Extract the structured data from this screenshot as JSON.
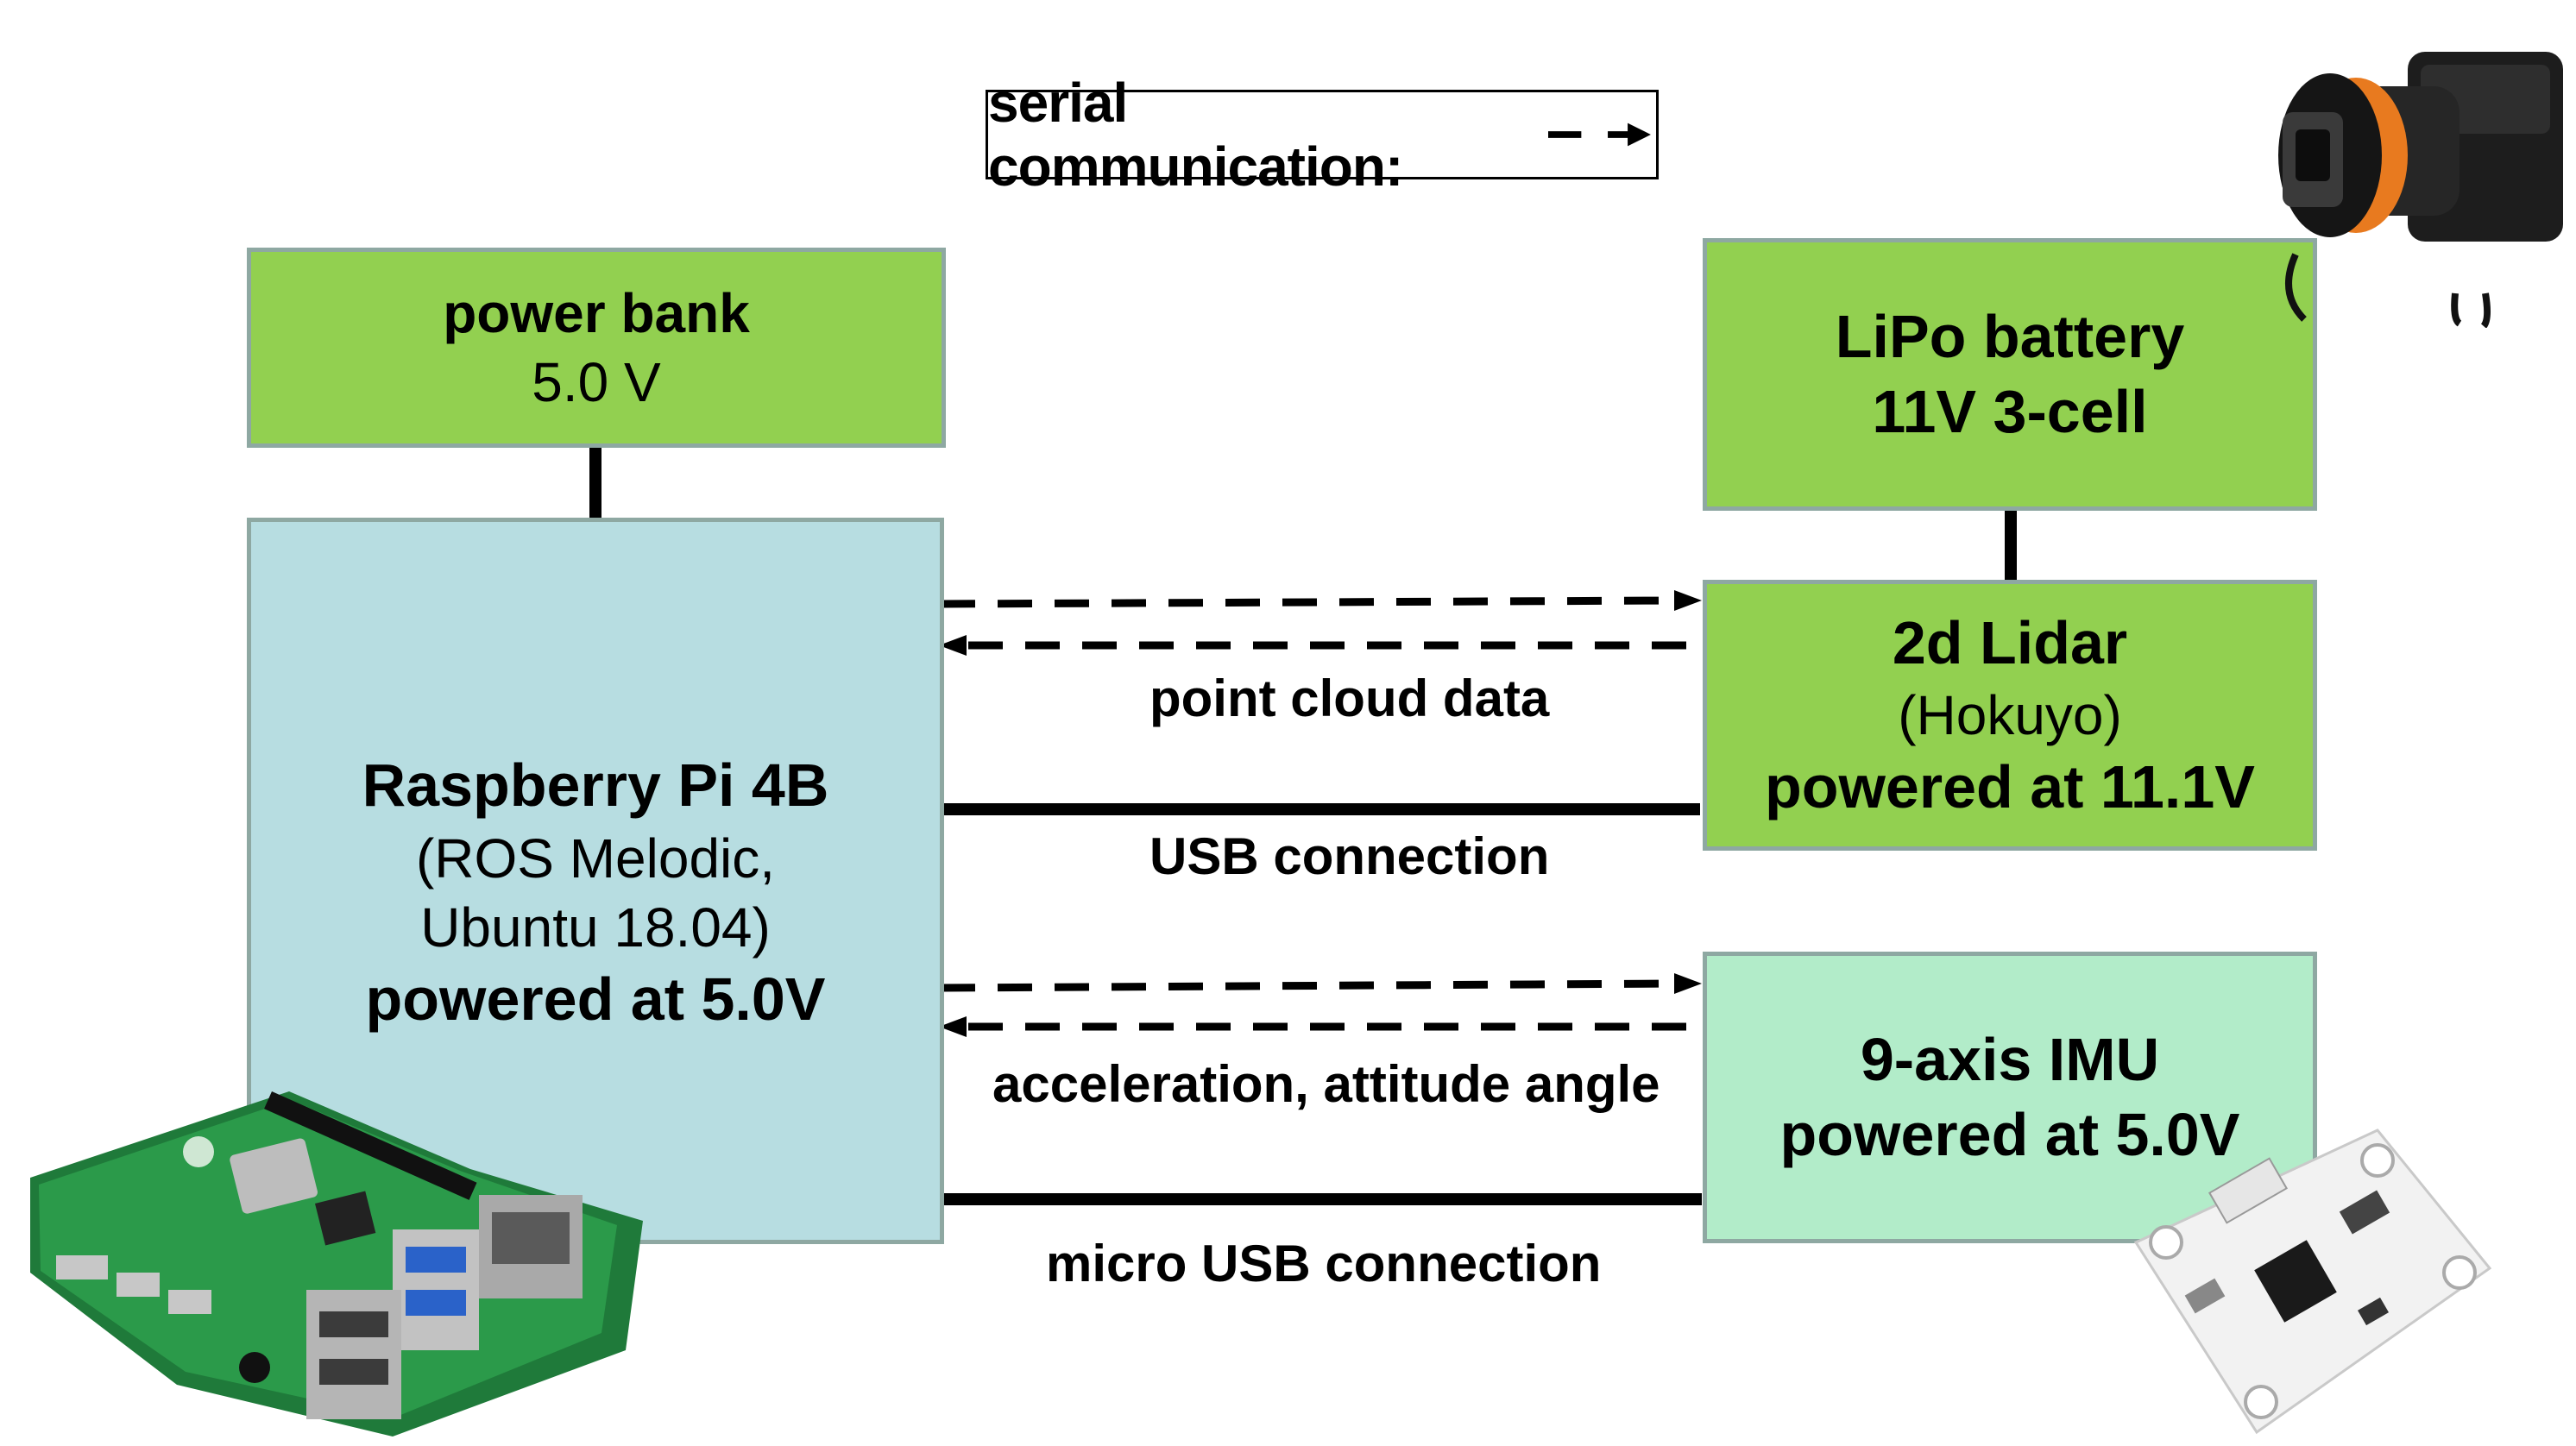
{
  "legend": {
    "text": "serial communication:"
  },
  "power_bank": {
    "line1": "power bank",
    "line2": "5.0 V"
  },
  "lipo": {
    "line1": "LiPo battery",
    "line2": "11V 3-cell"
  },
  "raspberry": {
    "line1": "Raspberry Pi 4B",
    "line2": "(ROS Melodic,",
    "line3": "Ubuntu 18.04)",
    "line4": "powered at 5.0V"
  },
  "lidar": {
    "line1": "2d Lidar",
    "line2": "(Hokuyo)",
    "line3": "powered at 11.1V"
  },
  "imu": {
    "line1": "9-axis IMU",
    "line2": "powered at 5.0V"
  },
  "connections": {
    "lidar_data": "point cloud data",
    "lidar_usb": "USB connection",
    "imu_data": "acceleration, attitude angle",
    "imu_usb": "micro USB connection"
  },
  "colors": {
    "green": "#92d050",
    "blue": "#b7dde1",
    "mint": "#b2ecc9",
    "border": "#8ea8a2"
  }
}
